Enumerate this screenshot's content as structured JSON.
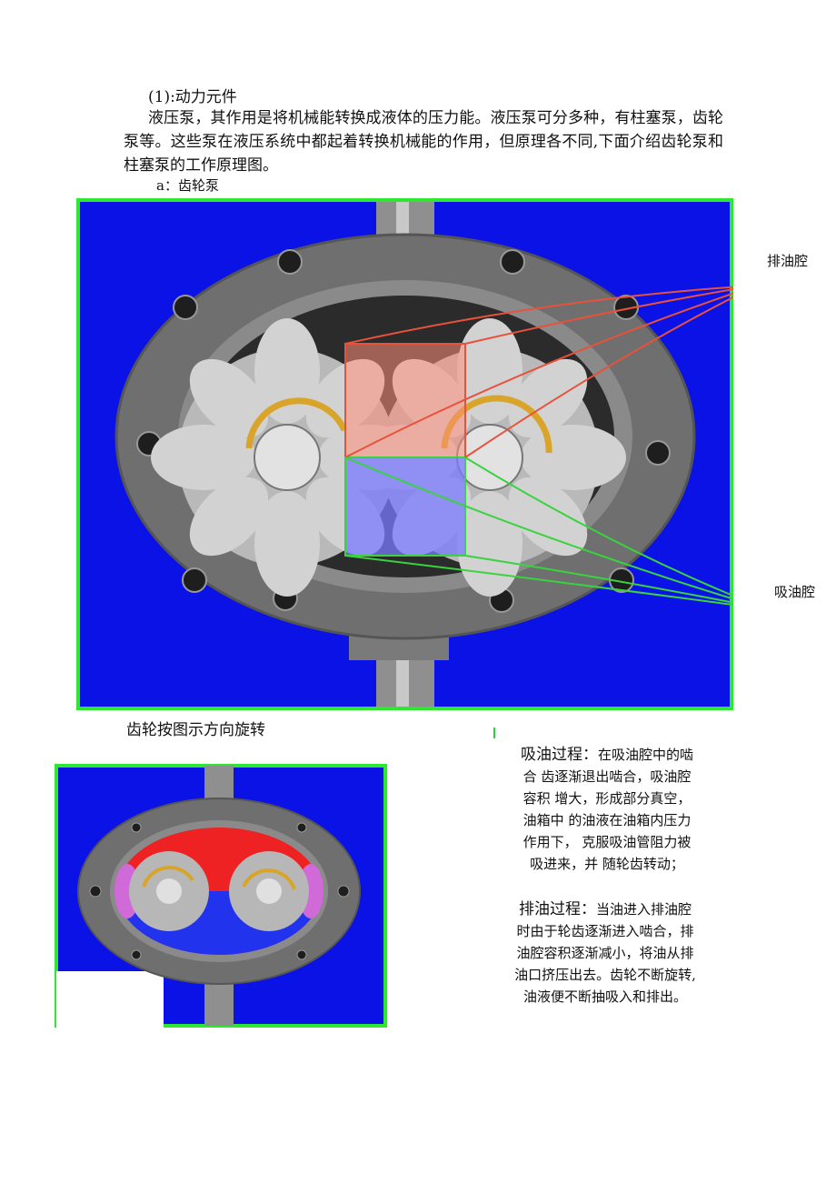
{
  "section": {
    "heading": "(1):动力元件",
    "paragraph": "液压泵，其作用是将机械能转换成液体的压力能。液压泵可分多种，有柱塞泵，齿轮泵等。这些泵在液压系统中都起着转换机械能的作用，但原理各不同,下面介绍齿轮泵和柱塞泵的工作原理图。",
    "subheading": "a：齿轮泵"
  },
  "figure_main": {
    "label_discharge": "排油腔",
    "label_suction": "吸油腔",
    "colors": {
      "frame": "#2ee830",
      "background": "#0a12e6",
      "discharge_box": "#e8513a",
      "suction_box": "#39d33f",
      "gear_arrow": "#d8a52a"
    }
  },
  "caption": "齿轮按图示方向旋转",
  "suction_process": {
    "term": "吸油过程：",
    "lines": [
      "在吸油腔中的啮",
      "合 齿逐渐退出啮合，吸油腔",
      "容积 增大，形成部分真空，",
      "油箱中 的油液在油箱内压力",
      "作用下， 克服吸油管阻力被",
      "吸进来，并 随轮齿转动；"
    ]
  },
  "discharge_process": {
    "term": "排油过程：",
    "lines": [
      "当油进入排油腔",
      "时由于轮齿逐渐进入啮合，排",
      "油腔容积逐渐减小，将油从排",
      "油口挤压出去。齿轮不断旋转,",
      "油液便不断抽吸入和排出。"
    ]
  }
}
